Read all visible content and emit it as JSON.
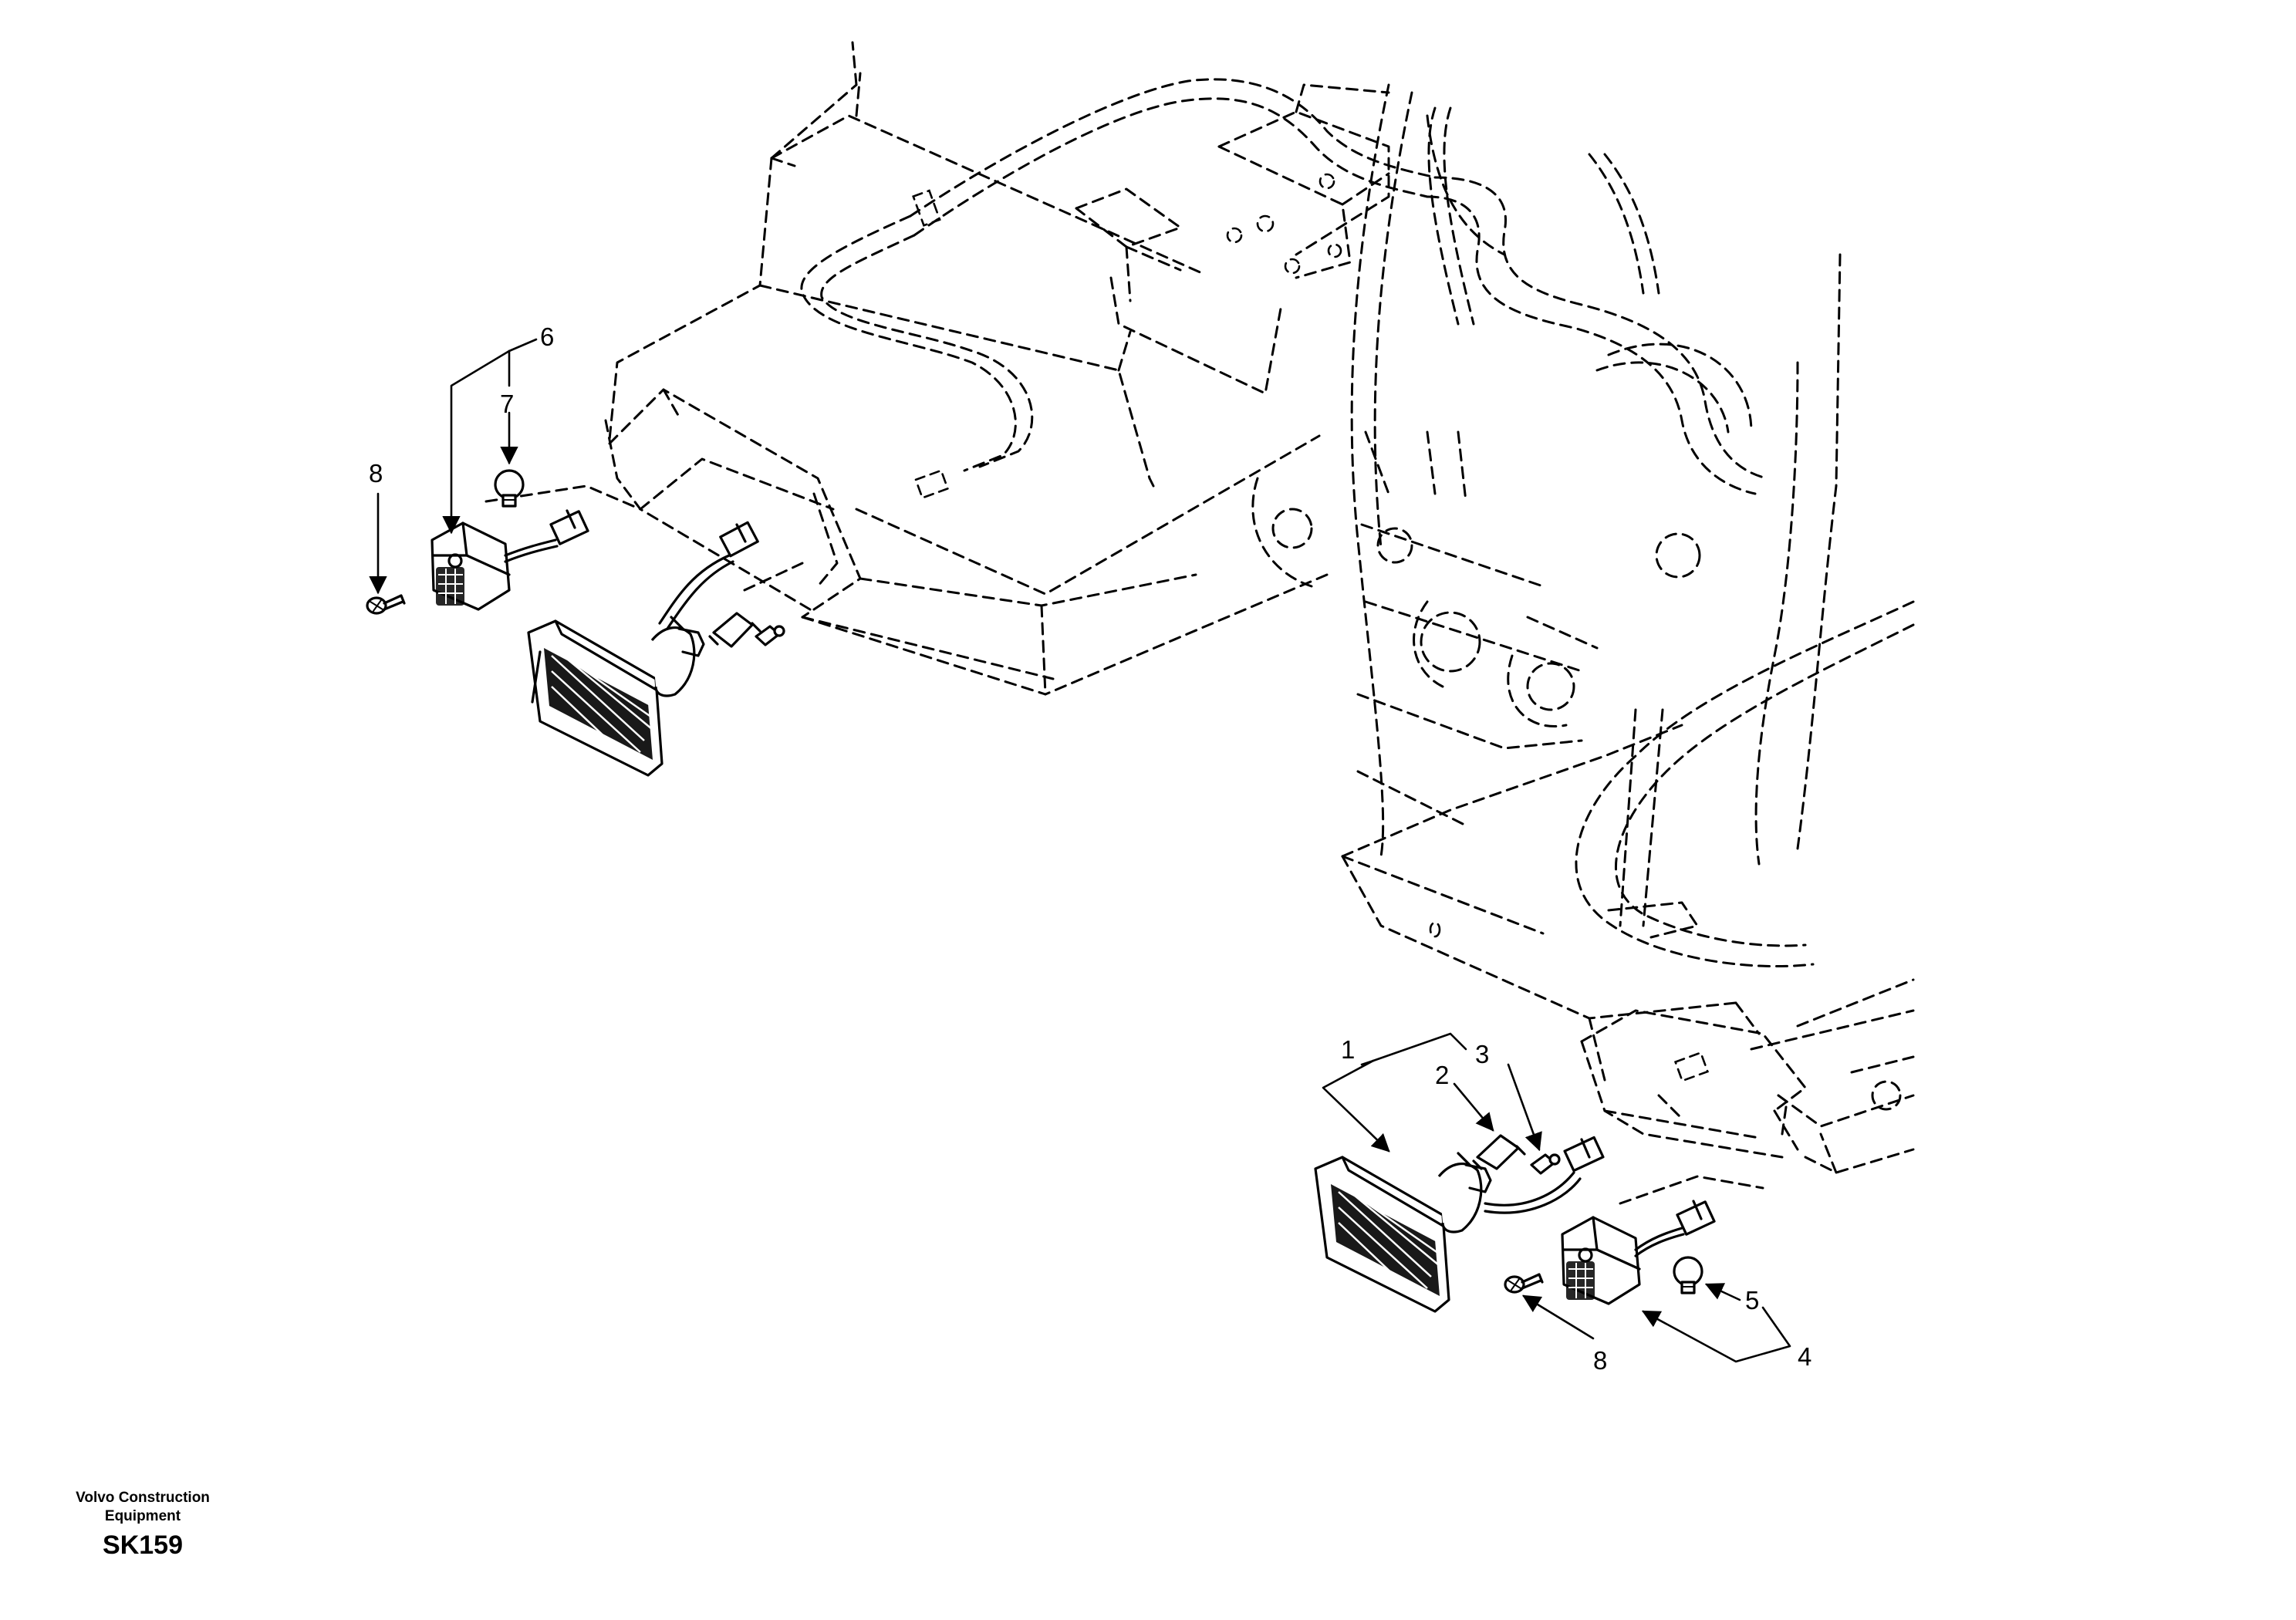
{
  "callouts": {
    "c1": "1",
    "c2": "2",
    "c3": "3",
    "c4": "4",
    "c5": "5",
    "c6": "6",
    "c7": "7",
    "c8_left": "8",
    "c8_right": "8"
  },
  "footer": {
    "manufacturer_line1": "Volvo Construction",
    "manufacturer_line2": "Equipment",
    "drawing_code": "SK159"
  }
}
